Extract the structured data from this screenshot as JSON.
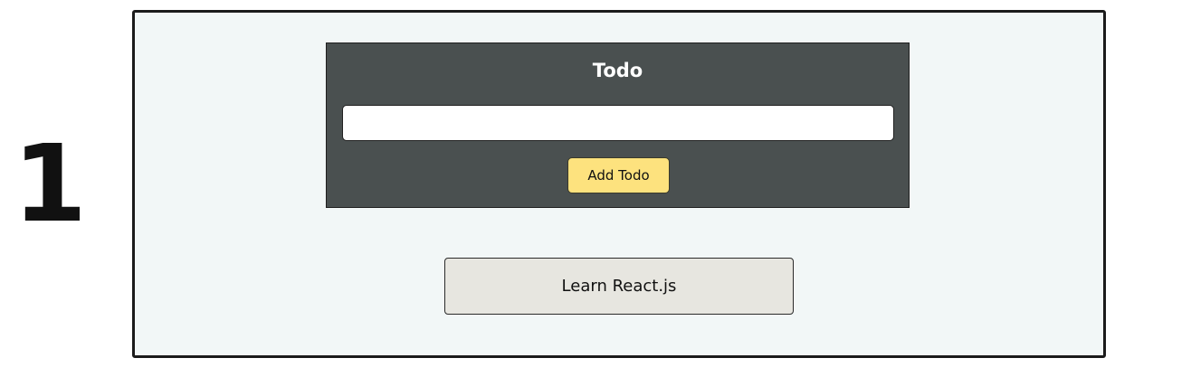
{
  "step": {
    "number": "1"
  },
  "todo_form": {
    "title": "Todo",
    "input_value": "",
    "input_placeholder": "",
    "add_button_label": "Add Todo",
    "colors": {
      "panel_background": "#4a5050",
      "button_background": "#fde27e",
      "frame_background": "#f2f7f7"
    }
  },
  "todo_list": {
    "items": [
      {
        "label": "Learn React.js"
      }
    ],
    "colors": {
      "item_background": "#e7e6e0"
    }
  }
}
